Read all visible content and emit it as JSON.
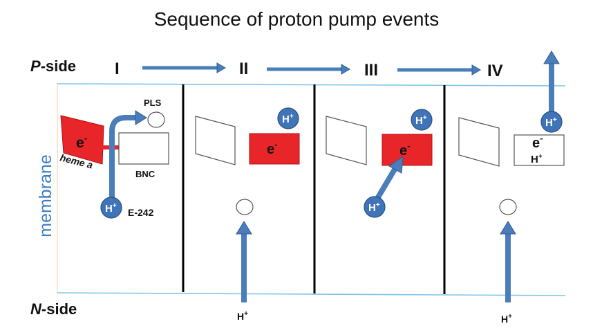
{
  "title": "Sequence of proton pump events",
  "sides": {
    "p_letter": "P",
    "p_rest": "-side",
    "n_letter": "N",
    "n_rest": "-side"
  },
  "membrane_label": "membrane",
  "steps": [
    "I",
    "II",
    "III",
    "IV"
  ],
  "labels": {
    "electron": "e",
    "proton": "H",
    "superscript_minus": "-",
    "superscript_plus": "+",
    "pls": "PLS",
    "bnc": "BNC",
    "heme_a": "heme a",
    "e242": "E-242"
  },
  "colors": {
    "arrow_blue": "#4a7ebb",
    "arrow_edge": "#2f5d8f",
    "electron_red": "#e8262a",
    "membrane_line": "#7ec4e8",
    "membrane_text": "#3d7dbf"
  }
}
